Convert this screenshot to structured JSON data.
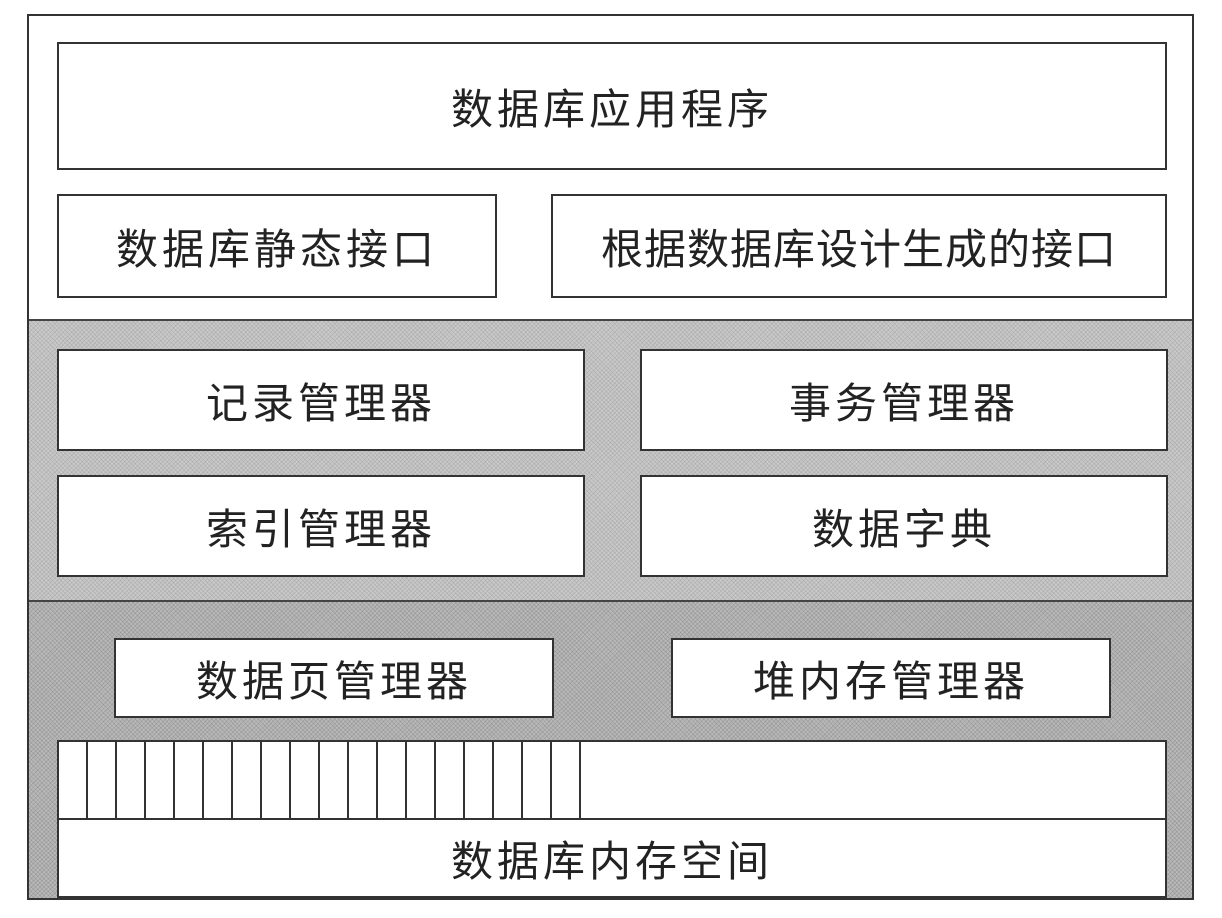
{
  "diagram": {
    "title": "",
    "layers": [
      {
        "name": "application-layer",
        "items": {
          "app": "数据库应用程序",
          "static_interface": "数据库静态接口",
          "generated_interface": "根据数据库设计生成的接口"
        }
      },
      {
        "name": "management-layer",
        "items": {
          "record_manager": "记录管理器",
          "transaction_manager": "事务管理器",
          "index_manager": "索引管理器",
          "data_dictionary": "数据字典"
        }
      },
      {
        "name": "storage-layer",
        "items": {
          "page_manager": "数据页管理器",
          "heap_manager": "堆内存管理器",
          "memory_space": "数据库内存空间",
          "page_count": 18
        }
      }
    ]
  }
}
